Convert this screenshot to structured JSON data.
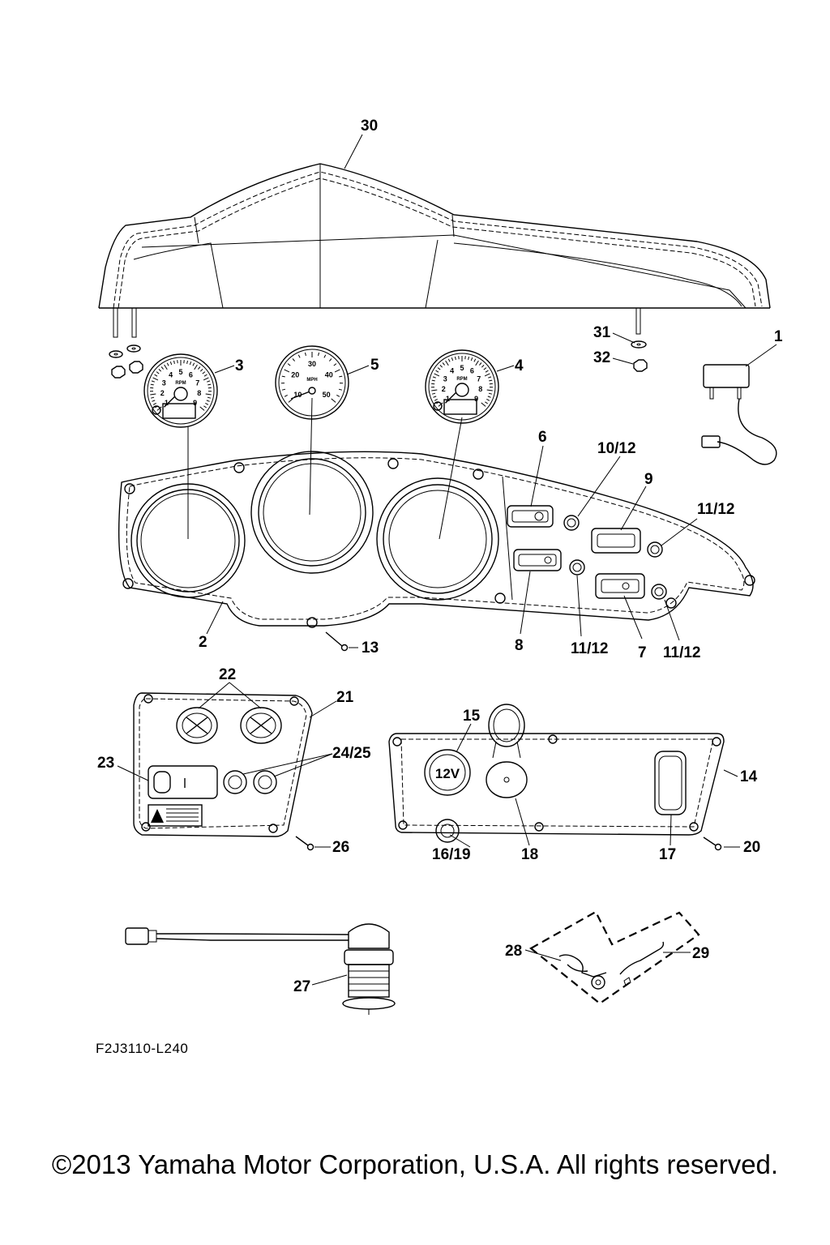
{
  "callouts": {
    "c1": "1",
    "c2": "2",
    "c3": "3",
    "c4": "4",
    "c5": "5",
    "c6": "6",
    "c7": "7",
    "c8": "8",
    "c9": "9",
    "c10_12": "10/12",
    "c11_12_a": "11/12",
    "c11_12_b": "11/12",
    "c11_12_c": "11/12",
    "c13": "13",
    "c14": "14",
    "c15": "15",
    "c16_19": "16/19",
    "c17": "17",
    "c18": "18",
    "c20": "20",
    "c21": "21",
    "c22": "22",
    "c23": "23",
    "c24_25": "24/25",
    "c26": "26",
    "c27": "27",
    "c28": "28",
    "c29": "29",
    "c30": "30",
    "c31": "31",
    "c32": "32"
  },
  "gauges": {
    "tach_left": {
      "unit": "RPM",
      "ticks": [
        "1",
        "2",
        "3",
        "4",
        "5",
        "6",
        "7",
        "8",
        "9"
      ]
    },
    "speedo": {
      "unit": "MPH",
      "ticks": [
        "10",
        "20",
        "30",
        "40",
        "50"
      ]
    },
    "tach_right": {
      "unit": "RPM",
      "ticks": [
        "1",
        "2",
        "3",
        "4",
        "5",
        "6",
        "7",
        "8",
        "9"
      ]
    }
  },
  "outlet_label": "12V",
  "drawing_code": "F2J3110-L240",
  "copyright": "©2013 Yamaha Motor Corporation, U.S.A. All rights reserved."
}
